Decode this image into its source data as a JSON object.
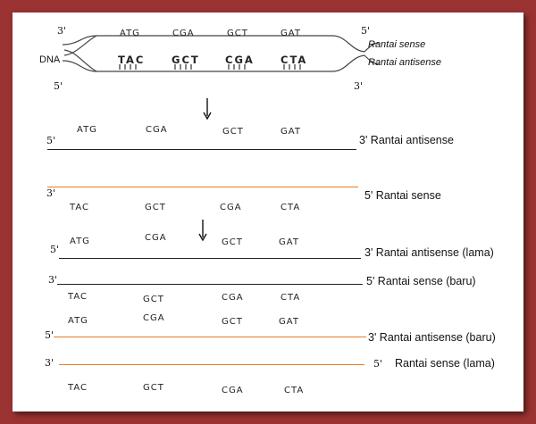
{
  "colors": {
    "frame": "#9b3333",
    "orange_strand": "#e87a22",
    "black_strand": "#222222"
  },
  "top_diagram": {
    "dna_label": "DNA",
    "top_left_end": "3'",
    "top_right_end": "5'",
    "bottom_left_end": "5'",
    "bottom_right_end": "3'",
    "upper_codons": [
      "ATG",
      "CGA",
      "GCT",
      "GAT"
    ],
    "lower_codons": [
      "TAC",
      "GCT",
      "CGA",
      "CTA"
    ],
    "label_sense": "Rantai sense",
    "label_antisense": "Rantai antisense"
  },
  "stage1": {
    "antisense_codons": [
      "ATG",
      "CGA",
      "GCT",
      "GAT"
    ],
    "antisense_left_end": "5'",
    "antisense_right": "3' Rantai antisense",
    "sense_left_end": "3'",
    "sense_right": "5' Rantai sense",
    "sense_codons": [
      "TAC",
      "GCT",
      "CGA",
      "CTA"
    ]
  },
  "stage2": {
    "antisense_codons": [
      "ATG",
      "CGA",
      "GCT",
      "GAT"
    ],
    "antisense_left_end": "5'",
    "antisense_right": "3' Rantai antisense (lama)",
    "sense_left_end": "3'",
    "sense_right": "5' Rantai sense (baru)",
    "sense_codons": [
      "TAC",
      "GCT",
      "CGA",
      "CTA"
    ]
  },
  "stage3": {
    "antisense_codons": [
      "ATG",
      "CGA",
      "GCT",
      "GAT"
    ],
    "antisense_left_end": "5'",
    "antisense_right": "3' Rantai antisense (baru)",
    "sense_left_end": "3'",
    "sense_right_end": "5'",
    "sense_right_label": "Rantai sense (lama)",
    "sense_codons": [
      "TAC",
      "GCT",
      "CGA",
      "CTA"
    ]
  }
}
